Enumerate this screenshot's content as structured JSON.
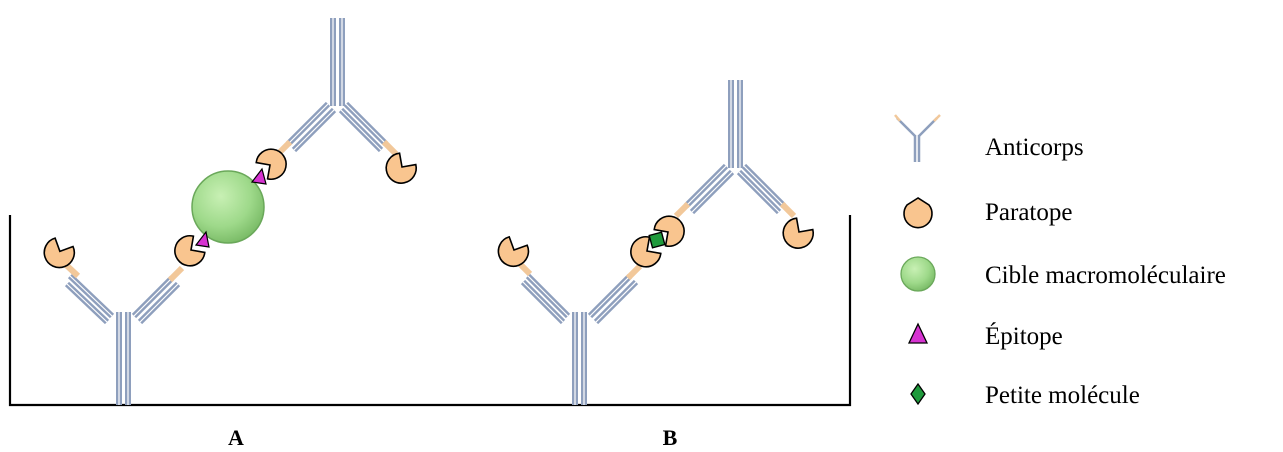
{
  "panels": [
    {
      "label": "A"
    },
    {
      "label": "B"
    }
  ],
  "legend": [
    {
      "icon": "antibody-icon",
      "label": "Anticorps"
    },
    {
      "icon": "paratope-icon",
      "label": "Paratope"
    },
    {
      "icon": "macromolecular-target-icon",
      "label": "Cible macromoléculaire"
    },
    {
      "icon": "epitope-icon",
      "label": "Épitope"
    },
    {
      "icon": "small-molecule-icon",
      "label": "Petite molécule"
    }
  ],
  "colors": {
    "antibody": "#8e9fbd",
    "antibody_tip": "#f2c89a",
    "paratope": "#f9c58f",
    "target": "#9ed98a",
    "epitope": "#d633d1",
    "small_molecule": "#1f9a3c",
    "outline": "#000000"
  }
}
